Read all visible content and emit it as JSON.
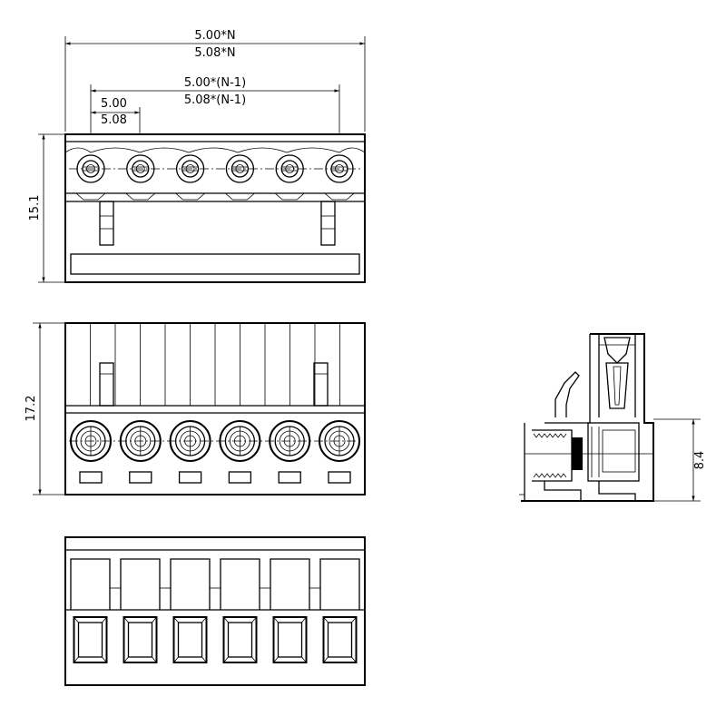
{
  "dimensions": {
    "overall_width_500": "5.00*N",
    "overall_width_508": "5.08*N",
    "span_500": "5.00*(N-1)",
    "span_508": "5.08*(N-1)",
    "pitch_500": "5.00",
    "pitch_508": "5.08",
    "top_view_height": "15.1",
    "front_view_height": "17.2",
    "side_view_height": "8.4"
  },
  "connector": {
    "pole_count": 6
  }
}
